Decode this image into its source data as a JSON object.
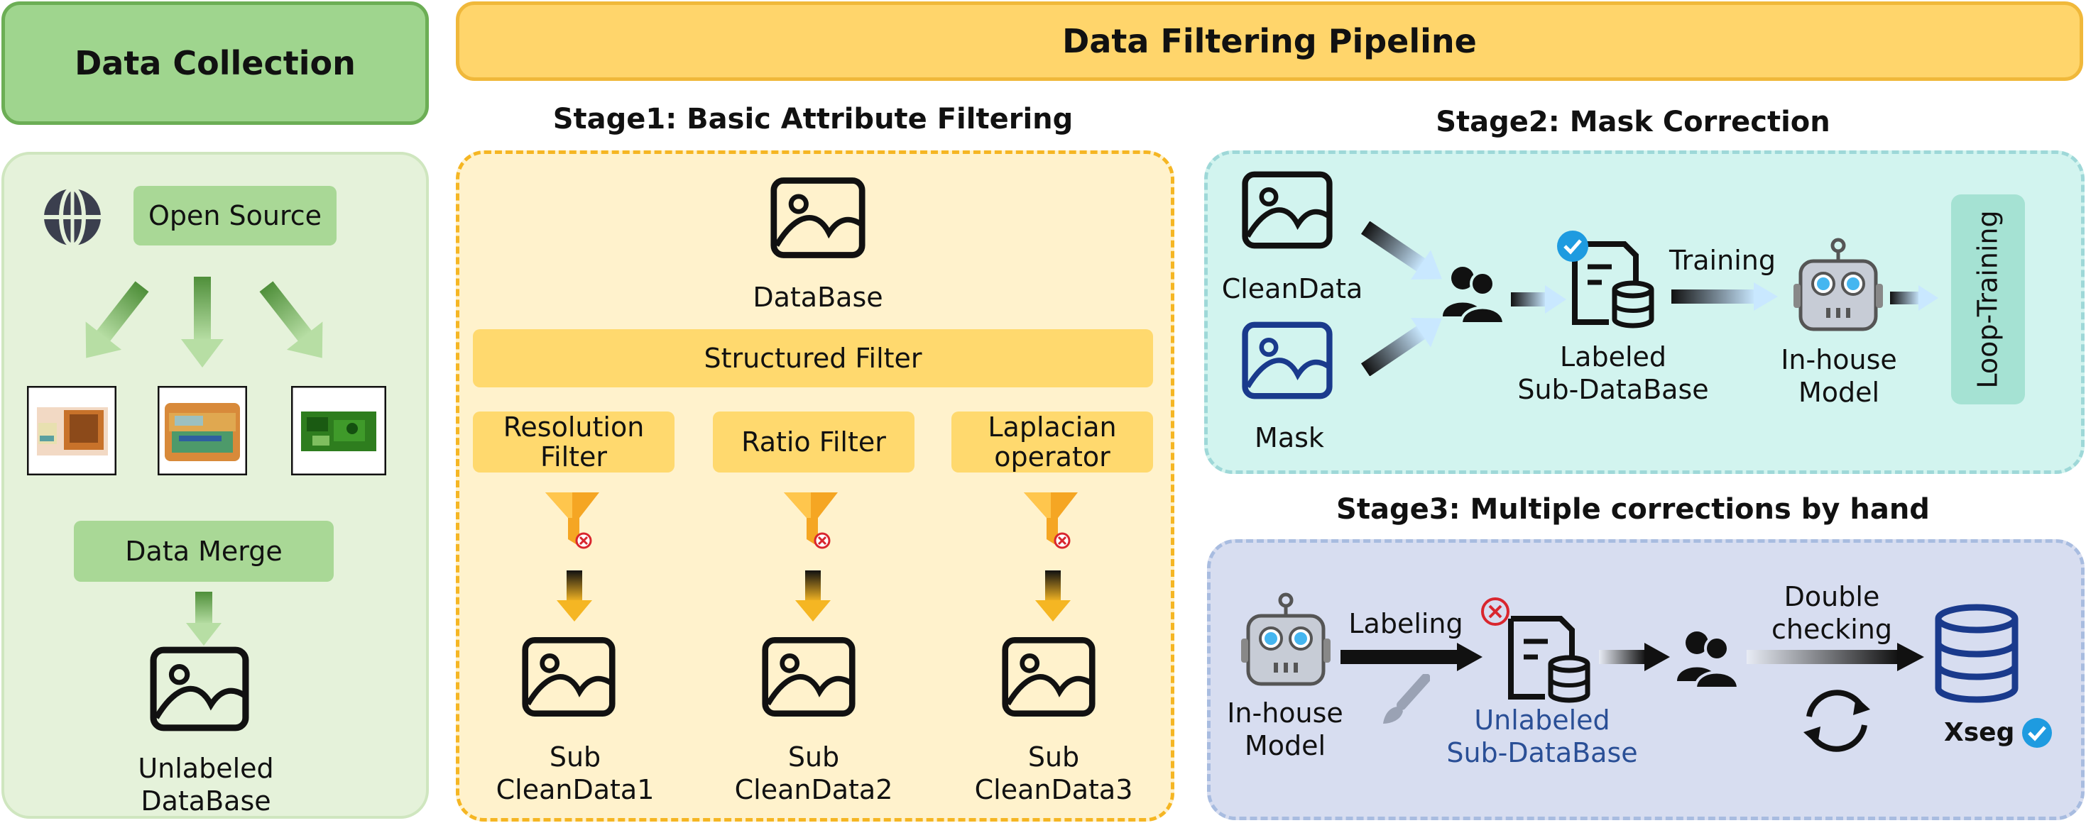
{
  "collection": {
    "title": "Data Collection",
    "open_source": "Open Source",
    "merge": "Data Merge",
    "output": "Unlabeled\nDataBase"
  },
  "pipeline": {
    "title": "Data Filtering Pipeline"
  },
  "stage1": {
    "title": "Stage1: Basic Attribute Filtering",
    "database": "DataBase",
    "structured_filter": "Structured Filter",
    "filters": [
      "Resolution\nFilter",
      "Ratio Filter",
      "Laplacian\noperator"
    ],
    "outputs": [
      "Sub\nCleanData1",
      "Sub\nCleanData2",
      "Sub\nCleanData3"
    ]
  },
  "stage2": {
    "title": "Stage2: Mask Correction",
    "clean_data": "CleanData",
    "mask": "Mask",
    "training": "Training",
    "labeled": "Labeled\nSub-DataBase",
    "model": "In-house\nModel",
    "loop": "Loop-Training"
  },
  "stage3": {
    "title": "Stage3: Multiple corrections by hand",
    "model": "In-house\nModel",
    "labeling": "Labeling",
    "unlabeled": "Unlabeled\nSub-DataBase",
    "double_checking": "Double\nchecking",
    "xseg": "Xseg"
  },
  "colors": {
    "green_header": "#9fd58e",
    "yellow_header": "#ffd56b",
    "cyan_panel": "#d2f4ef",
    "blue_panel": "#d7ddf0",
    "funnel": "#f5a623",
    "check": "#1e9be0",
    "error": "#d9262e",
    "db_blue": "#1a3a8c"
  }
}
